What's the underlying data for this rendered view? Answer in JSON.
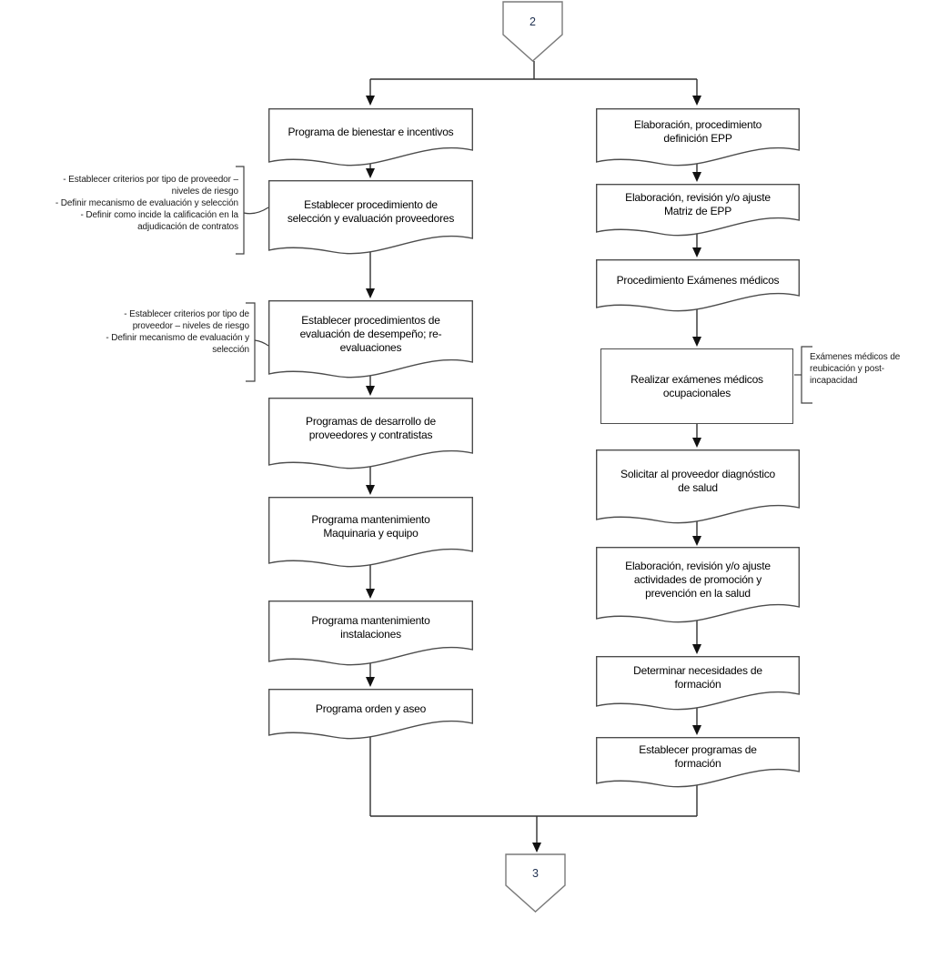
{
  "diagram": {
    "type": "flowchart",
    "connectors": {
      "top": {
        "label": "2"
      },
      "bottom": {
        "label": "3"
      }
    },
    "left_column": {
      "nodes": [
        {
          "shape": "document",
          "lines": [
            "Programa de bienestar e incentivos"
          ]
        },
        {
          "shape": "document",
          "lines": [
            "Establecer procedimiento de",
            "selección y evaluación proveedores"
          ]
        },
        {
          "shape": "document",
          "lines": [
            "Establecer procedimientos de",
            "evaluación de desempeño; re-",
            "evaluaciones"
          ]
        },
        {
          "shape": "document",
          "lines": [
            "Programas de desarrollo de",
            "proveedores y contratistas"
          ]
        },
        {
          "shape": "document",
          "lines": [
            "Programa mantenimiento",
            "Maquinaria y equipo"
          ]
        },
        {
          "shape": "document",
          "lines": [
            "Programa mantenimiento",
            "instalaciones"
          ]
        },
        {
          "shape": "document",
          "lines": [
            "Programa orden y aseo"
          ]
        }
      ]
    },
    "right_column": {
      "nodes": [
        {
          "shape": "document",
          "lines": [
            "Elaboración, procedimiento",
            "definición EPP"
          ]
        },
        {
          "shape": "document",
          "lines": [
            "Elaboración, revisión y/o ajuste",
            "Matriz de EPP"
          ]
        },
        {
          "shape": "document",
          "lines": [
            "Procedimiento Exámenes médicos"
          ]
        },
        {
          "shape": "process",
          "lines": [
            "Realizar exámenes médicos",
            "ocupacionales"
          ]
        },
        {
          "shape": "document",
          "lines": [
            "Solicitar al proveedor diagnóstico",
            "de salud"
          ]
        },
        {
          "shape": "document",
          "lines": [
            "Elaboración, revisión y/o ajuste",
            "actividades de promoción y",
            "prevención en la salud"
          ]
        },
        {
          "shape": "document",
          "lines": [
            "Determinar necesidades de",
            "formación"
          ]
        },
        {
          "shape": "document",
          "lines": [
            "Establecer programas de",
            "formación"
          ]
        }
      ]
    },
    "annotations": [
      {
        "side": "left",
        "lines": [
          "- Establecer criterios por tipo de proveedor –",
          "niveles de riesgo",
          "- Definir mecanismo de evaluación y selección",
          "- Definir como incide la calificación en la",
          "adjudicación de contratos"
        ]
      },
      {
        "side": "left",
        "lines": [
          "- Establecer criterios por tipo de",
          "proveedor – niveles de riesgo",
          "- Definir mecanismo de evaluación y",
          "selección"
        ]
      },
      {
        "side": "right",
        "lines": [
          "Exámenes médicos de",
          "reubicación y post-",
          "incapacidad"
        ]
      }
    ],
    "colors": {
      "shape_stroke": "#4d4d4d",
      "connector_stroke": "#7a7a7a",
      "line": "#303030",
      "arrowhead": "#111111",
      "text": "#000000",
      "note_text": "#1a1a1a",
      "connector_number": "#1f3050"
    }
  }
}
